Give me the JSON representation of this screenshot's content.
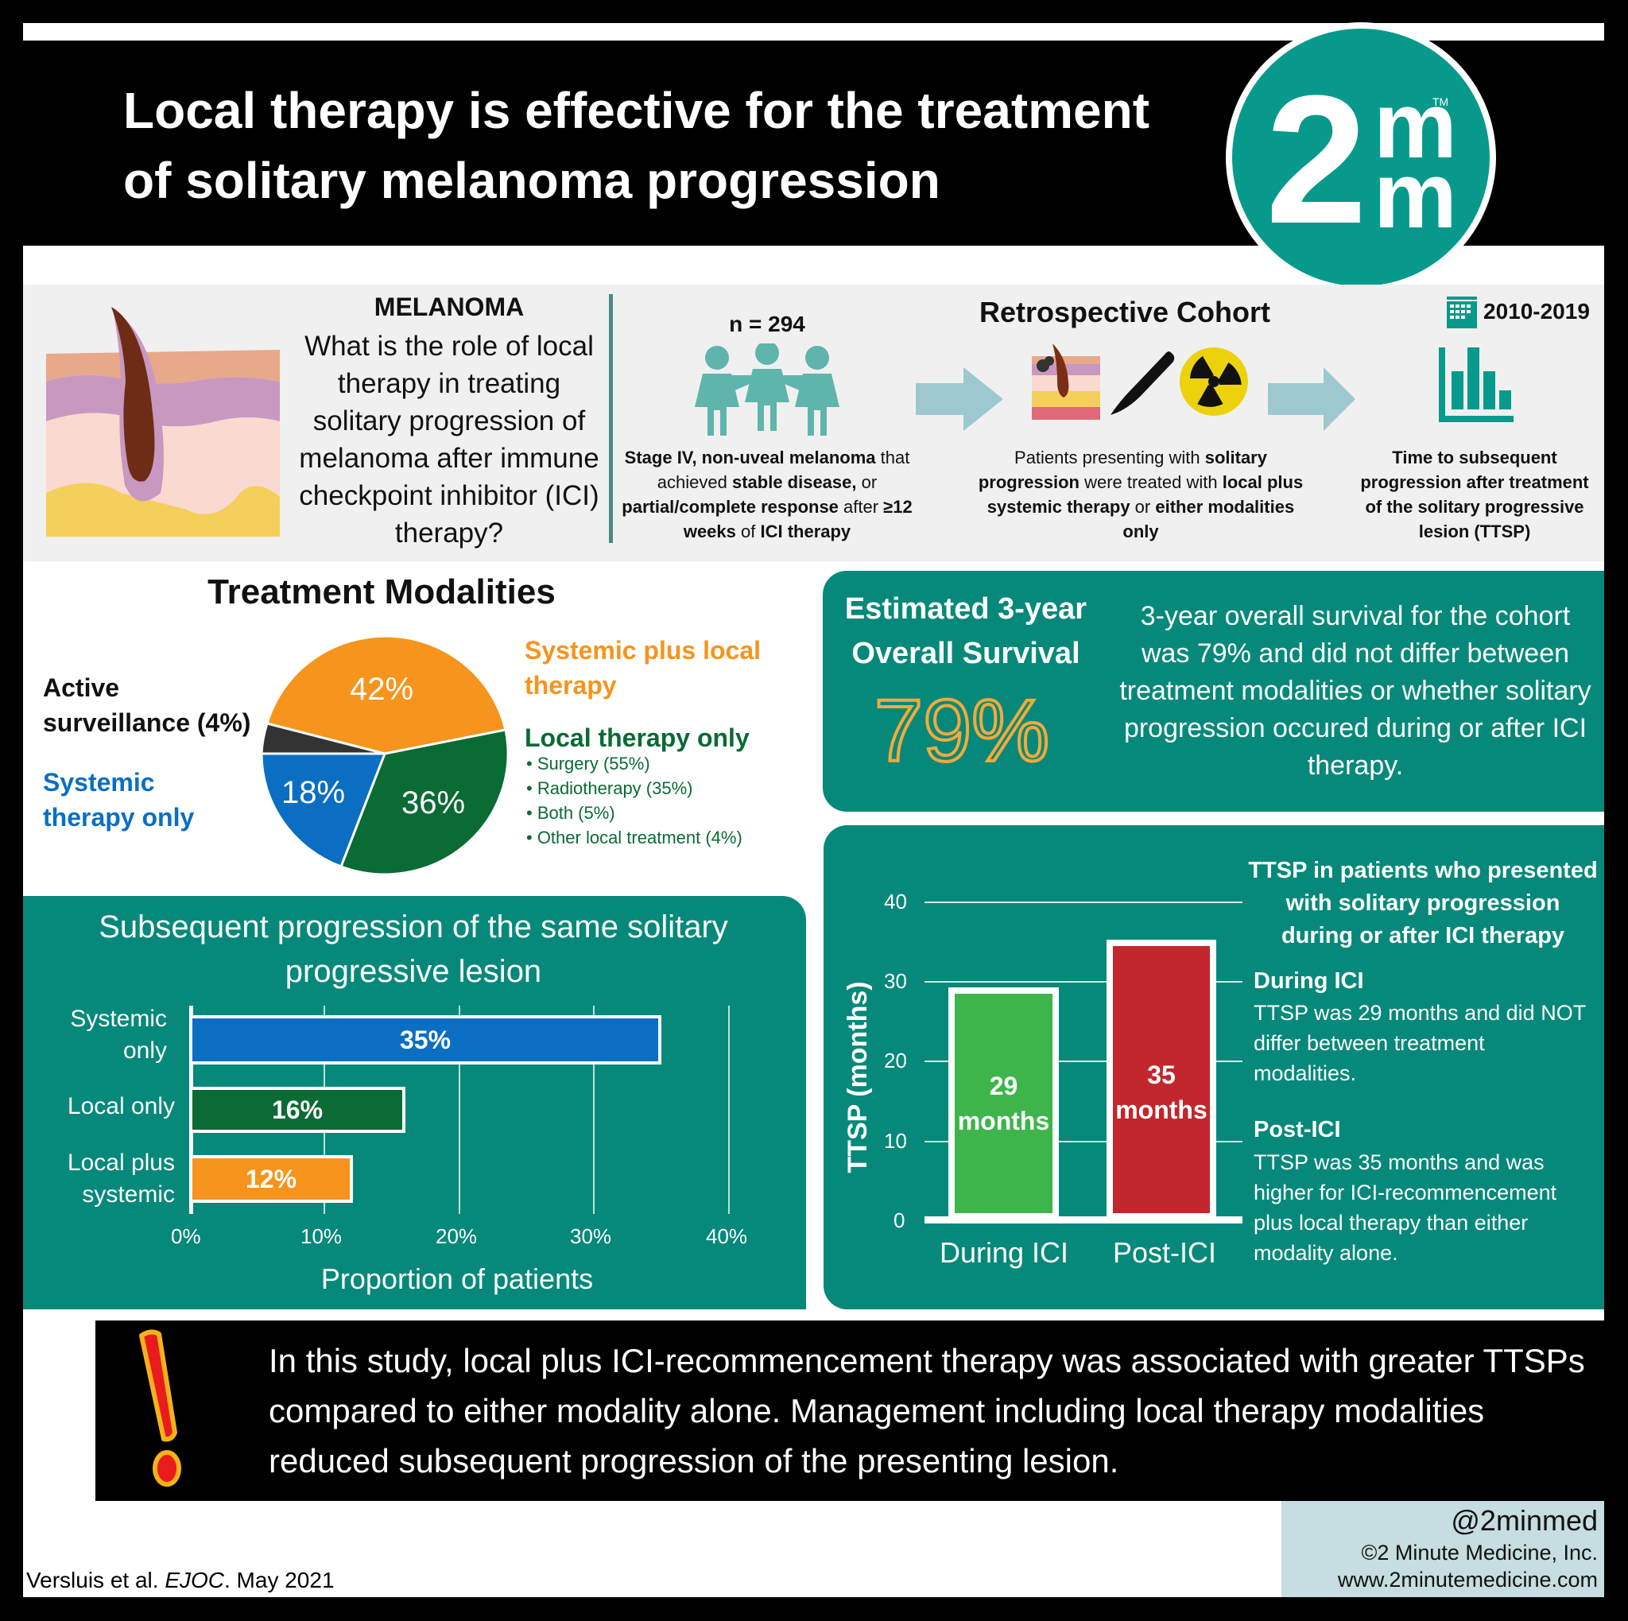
{
  "header": {
    "title_line1": "Local therapy is effective for the treatment",
    "title_line2": "of solitary melanoma progression",
    "logo": {
      "main": "2",
      "sup1": "m",
      "sup2": "m",
      "tm": "TM",
      "color": "#079a8c"
    }
  },
  "question": {
    "heading": "MELANOMA",
    "text": "What is the role of local therapy in treating solitary progression of melanoma after immune checkpoint inhibitor (ICI) therapy?"
  },
  "population": {
    "n_label": "n = 294",
    "icon": "people-group-icon",
    "desc_parts": [
      {
        "t": "Stage IV, non-uveal melanoma",
        "b": true
      },
      {
        "t": " that achieved ",
        "b": false
      },
      {
        "t": "stable disease,",
        "b": true
      },
      {
        "t": " or ",
        "b": false
      },
      {
        "t": "partial/complete response",
        "b": true
      },
      {
        "t": " after ",
        "b": false
      },
      {
        "t": "≥12 weeks",
        "b": true
      },
      {
        "t": " of ",
        "b": false
      },
      {
        "t": "ICI therapy",
        "b": true
      }
    ]
  },
  "cohort": {
    "heading": "Retrospective Cohort",
    "icons": [
      "skin-lesion-icon",
      "scalpel-icon",
      "radiation-icon"
    ],
    "desc_parts": [
      {
        "t": "Patients presenting with ",
        "b": false
      },
      {
        "t": "solitary progression",
        "b": true
      },
      {
        "t": " were treated with ",
        "b": false
      },
      {
        "t": "local plus systemic therapy",
        "b": true
      },
      {
        "t": " or ",
        "b": false
      },
      {
        "t": "either modalities only",
        "b": true
      }
    ]
  },
  "outcome": {
    "years": "2010-2019",
    "icon": "bar-chart-icon",
    "desc": "Time to subsequent progression after treatment of the solitary progressive lesion (TTSP)"
  },
  "treatment_modalities": {
    "title": "Treatment Modalities",
    "labels": {
      "active": "Active surveillance (4%)",
      "systemic": "Systemic therapy only",
      "sys_local": "Systemic plus local therapy",
      "local": "Local therapy only"
    },
    "local_breakdown": [
      "• Surgery (55%)",
      "• Radiotherapy (35%)",
      "• Both (5%)",
      "• Other local treatment (4%)"
    ],
    "slice_labels": {
      "sys_local": "42%",
      "local": "36%",
      "systemic": "18%"
    }
  },
  "survival": {
    "heading_line1": "Estimated 3-year",
    "heading_line2": "Overall Survival",
    "value": "79%",
    "text": "3-year overall survival for the cohort was 79% and did not differ between treatment modalities or whether solitary progression occured during or after ICI therapy."
  },
  "progression_chart": {
    "title": "Subsequent progression of the same solitary progressive lesion",
    "xlabel": "Proportion of  patients",
    "ticks": [
      "0%",
      "10%",
      "20%",
      "30%",
      "40%"
    ]
  },
  "ttsp_chart": {
    "ylabel": "TTSP (months)",
    "ticks": [
      "0",
      "10",
      "20",
      "30",
      "40"
    ],
    "bar1_value": "29",
    "bar2_value": "35",
    "unit": "months",
    "side_title": "TTSP in patients who presented with solitary progression during or after ICI therapy",
    "during_heading": "During ICI",
    "during_text": "TTSP was 29 months and did NOT differ between treatment modalities.",
    "post_heading": "Post-ICI",
    "post_text": "TTSP was 35 months and was higher for ICI-recommencement plus local therapy than either modality alone."
  },
  "conclusion": {
    "icon": "exclamation-icon",
    "text": "In this study, local plus ICI-recommencement therapy was associated with greater TTSPs compared to either modality alone. Management including local therapy modalities reduced subsequent progression of the presenting lesion."
  },
  "footer": {
    "handle": "@2minmed",
    "copyright": "©2 Minute Medicine, Inc.",
    "website": "www.2minutemedicine.com",
    "citation_authors": "Versluis et al. ",
    "citation_journal": "EJOC",
    "citation_date": ". May 2021"
  },
  "colors": {
    "teal": "#06897a",
    "orange": "#f7941d",
    "green_dark": "#0a6b34",
    "blue": "#0a6fc2",
    "gray_dark": "#333333",
    "bar_green": "#3db54a",
    "bar_red": "#c1272d",
    "survival_orange": "#f5a93a"
  },
  "chart_data": [
    {
      "type": "pie",
      "title": "Treatment Modalities",
      "categories": [
        "Systemic plus local therapy",
        "Local therapy only",
        "Systemic therapy only",
        "Active surveillance"
      ],
      "values": [
        42,
        36,
        18,
        4
      ],
      "unit": "%",
      "sub_breakdown": {
        "Local therapy only": {
          "Surgery": 55,
          "Radiotherapy": 35,
          "Both": 5,
          "Other local treatment": 4
        }
      }
    },
    {
      "type": "bar",
      "orientation": "horizontal",
      "title": "Subsequent progression of the same solitary progressive lesion",
      "categories": [
        "Systemic only",
        "Local only",
        "Local plus systemic"
      ],
      "values": [
        35,
        16,
        12
      ],
      "xlabel": "Proportion of  patients",
      "ylabel": "",
      "xlim": [
        0,
        40
      ],
      "ticks": [
        "0%",
        "10%",
        "20%",
        "30%",
        "40%"
      ],
      "grid": true
    },
    {
      "type": "bar",
      "title": "TTSP in patients who presented with solitary progression during or after ICI therapy",
      "categories": [
        "During ICI",
        "Post-ICI"
      ],
      "values": [
        29,
        35
      ],
      "ylabel": "TTSP (months)",
      "xlabel": "",
      "ylim": [
        0,
        40
      ],
      "ticks": [
        0,
        10,
        20,
        30,
        40
      ],
      "grid": true
    }
  ]
}
